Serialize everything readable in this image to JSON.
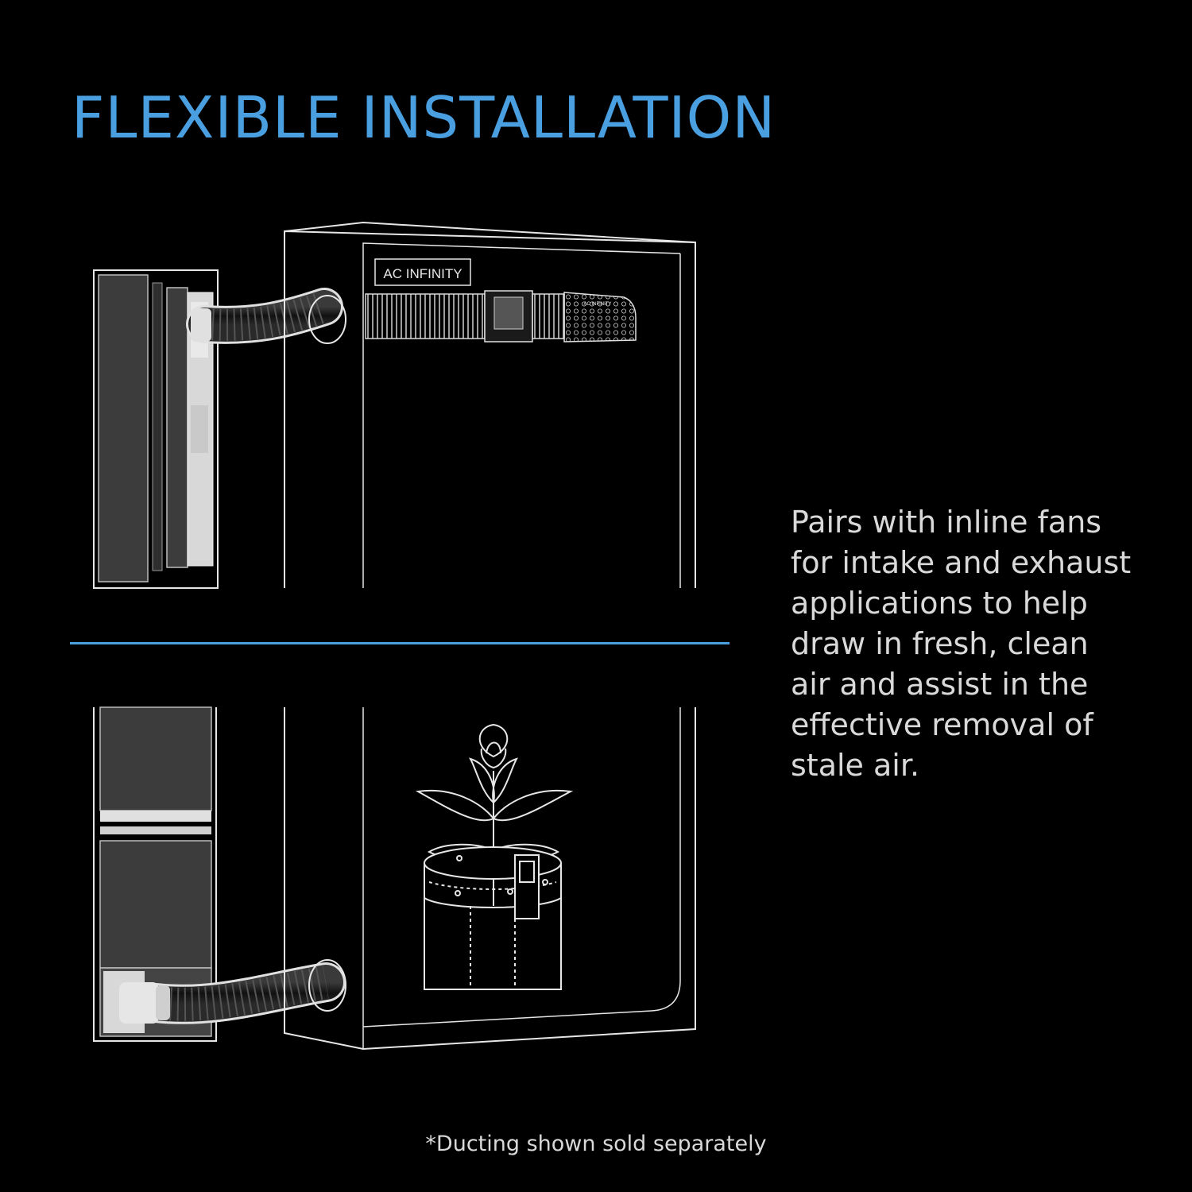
{
  "header": {
    "title": "FLEXIBLE INSTALLATION"
  },
  "illustration": {
    "brand_tag": "AC INFINITY",
    "fan_tag": "AC INFINITY"
  },
  "description": {
    "lines": [
      "Pairs with inline fans",
      "for intake and exhaust",
      "applications to help",
      "draw in fresh, clean",
      "air and assist in the",
      "effective removal of",
      "stale air."
    ]
  },
  "footnote": "*Ducting shown sold separately",
  "colors": {
    "accent": "#4a9fe0",
    "background": "#000000",
    "text": "#d9d9d9",
    "line": "#e6e6e6"
  },
  "icons": [
    "window-icon",
    "duct-icon",
    "grow-tent-icon",
    "inline-fan-icon",
    "plant-icon",
    "grow-bag-icon"
  ]
}
